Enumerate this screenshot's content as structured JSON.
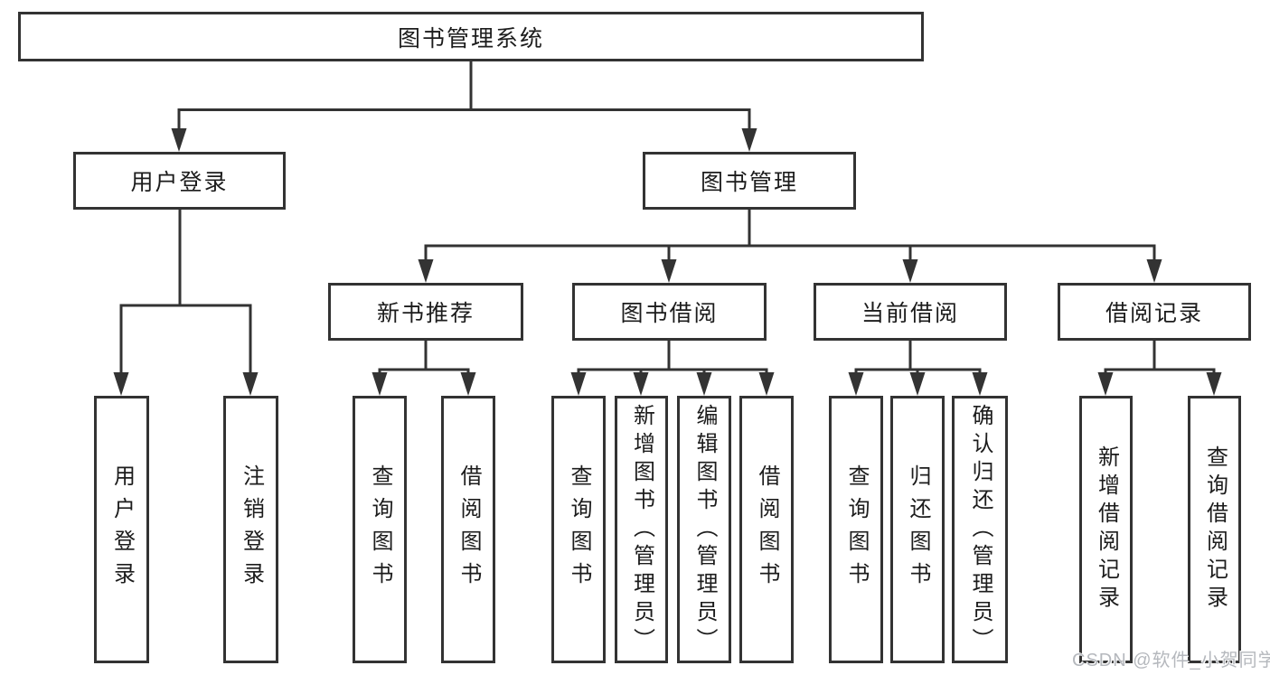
{
  "diagram": {
    "title": "图书管理系统",
    "branches": [
      {
        "label": "用户登录",
        "children": [
          {
            "label": "用户登录"
          },
          {
            "label": "注销登录"
          }
        ]
      },
      {
        "label": "图书管理",
        "children": [
          {
            "label": "新书推荐",
            "children": [
              {
                "label": "查询图书"
              },
              {
                "label": "借阅图书"
              }
            ]
          },
          {
            "label": "图书借阅",
            "children": [
              {
                "label": "查询图书"
              },
              {
                "label": "新增图书（管理员）"
              },
              {
                "label": "编辑图书（管理员）"
              },
              {
                "label": "借阅图书"
              }
            ]
          },
          {
            "label": "当前借阅",
            "children": [
              {
                "label": "查询图书"
              },
              {
                "label": "归还图书"
              },
              {
                "label": "确认归还（管理员）"
              }
            ]
          },
          {
            "label": "借阅记录",
            "children": [
              {
                "label": "新增借阅记录"
              },
              {
                "label": "查询借阅记录"
              }
            ]
          }
        ]
      }
    ]
  },
  "watermark": "CSDN @软件_小贺同学",
  "colors": {
    "line": "#333333",
    "text": "#1c1c1c",
    "watermark": "#b5b8bd",
    "background": "#ffffff"
  }
}
